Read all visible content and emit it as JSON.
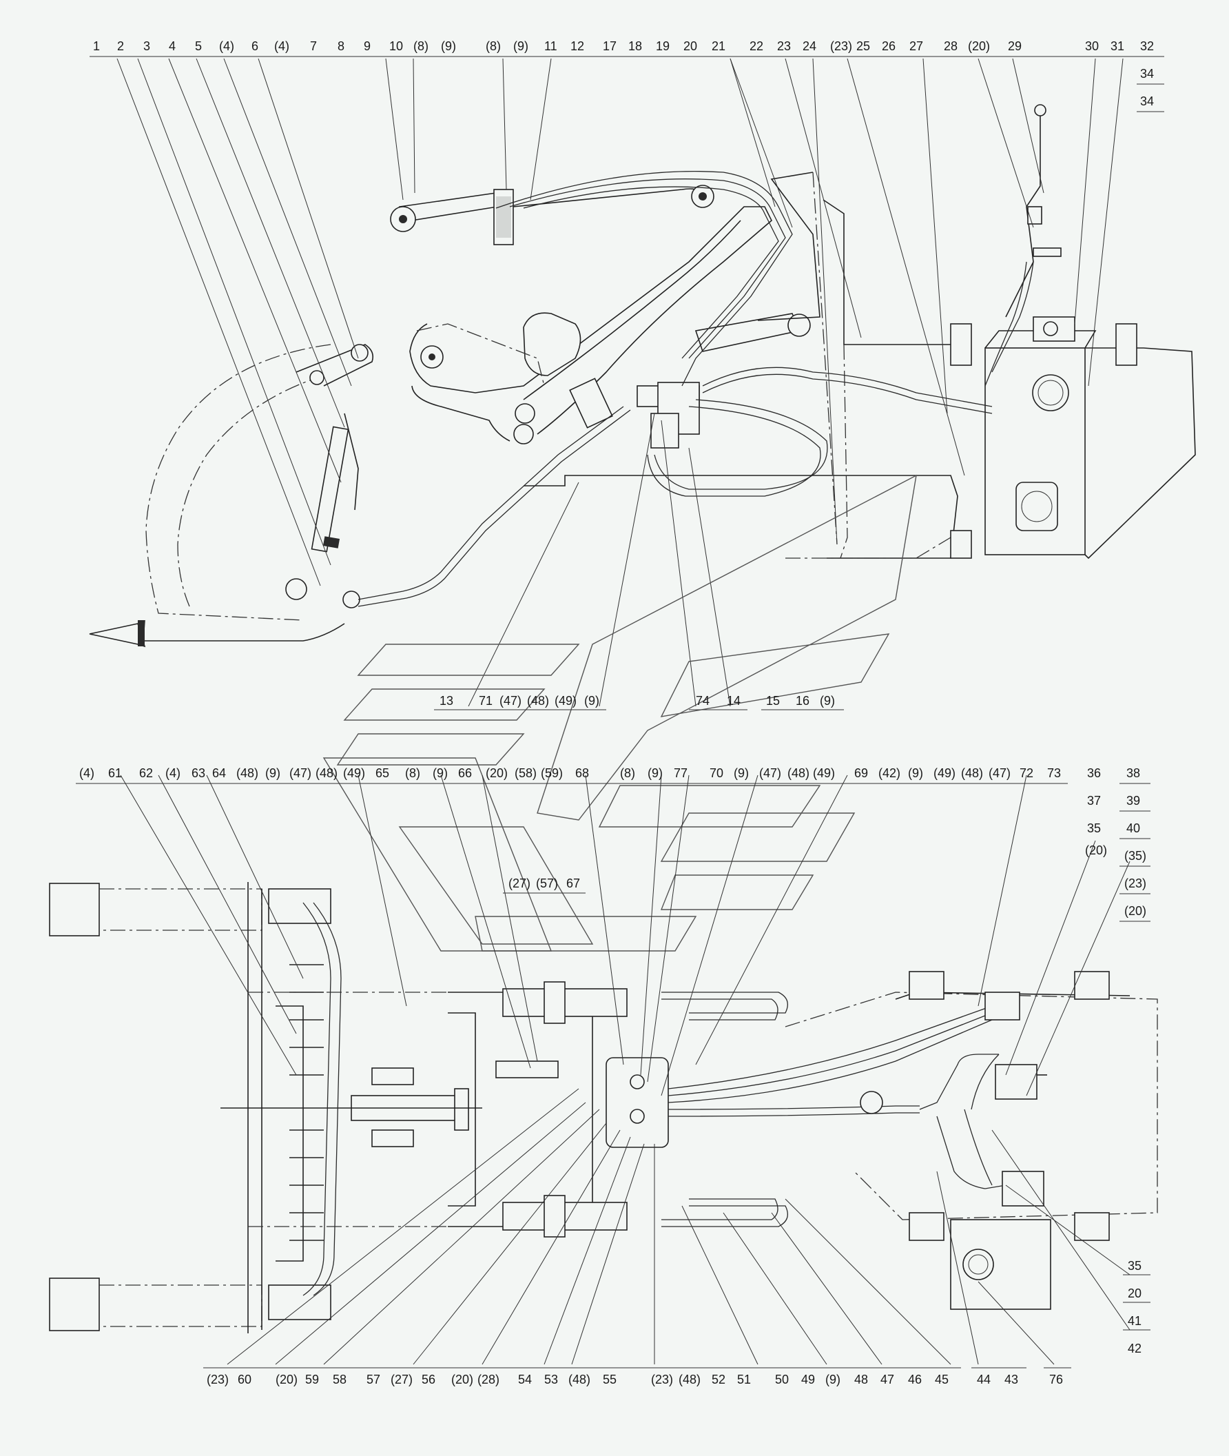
{
  "diagram": {
    "top_view": {
      "callouts": [
        "1",
        "2",
        "3",
        "4",
        "5",
        "(4)",
        "6",
        "(4)",
        "7",
        "8",
        "9",
        "10",
        "(8)",
        "(9)",
        "(8)",
        "(9)",
        "11",
        "12",
        "17",
        "18",
        "19",
        "20",
        "21",
        "22",
        "23",
        "24",
        "(23)",
        "25",
        "26",
        "27",
        "28",
        "(20)",
        "29",
        "30",
        "31",
        "32"
      ],
      "stack_right": [
        "34",
        "34"
      ],
      "bottom_callouts": [
        "13",
        "71",
        "(47)",
        "(48)",
        "(49)",
        "(9)",
        "74",
        "14",
        "15",
        "16",
        "(9)"
      ]
    },
    "plan_view": {
      "callouts": [
        "(4)",
        "61",
        "62",
        "(4)",
        "63",
        "64",
        "(48)",
        "(9)",
        "(47)",
        "(48)",
        "(49)",
        "65",
        "(8)",
        "(9)",
        "66",
        "(20)",
        "(58)",
        "(59)",
        "68",
        "(8)",
        "(9)",
        "77",
        "70",
        "(9)",
        "(47)",
        "(48)",
        "(49)",
        "69",
        "(42)",
        "(9)",
        "(49)",
        "(48)",
        "(47)",
        "72",
        "73"
      ],
      "mid_callouts": [
        "(27)",
        "(57)",
        "67"
      ],
      "right_stack": [
        "38",
        "39",
        "40",
        "(35)",
        "(23)",
        "(20)"
      ],
      "right_inner": [
        "36",
        "37",
        "35",
        "(20)"
      ],
      "lower_right_stack": [
        "35",
        "20",
        "41",
        "42"
      ],
      "bottom_callouts": [
        "(23)",
        "60",
        "(20)",
        "59",
        "58",
        "57",
        "(27)",
        "56",
        "(20)",
        "(28)",
        "54",
        "53",
        "(48)",
        "55",
        "(23)",
        "(48)",
        "52",
        "51",
        "50",
        "49",
        "(9)",
        "48",
        "47",
        "46",
        "45",
        "44",
        "43",
        "76"
      ]
    }
  }
}
